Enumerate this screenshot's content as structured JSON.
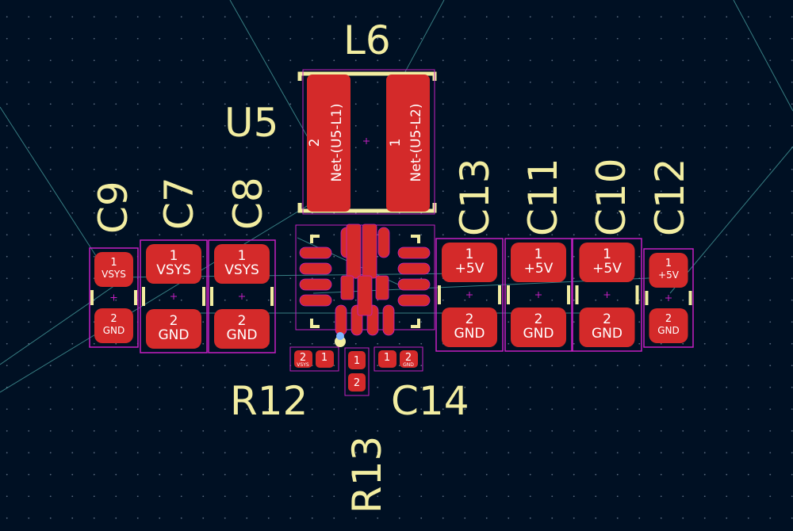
{
  "colors": {
    "background": "#001023",
    "copper_pad": "#d42a2a",
    "silkscreen": "#f2eda1",
    "courtyard": "#c41fc1",
    "ratsnest": "#4aa3a3",
    "grid_dot": "#5a6a80"
  },
  "refs": {
    "L6": "L6",
    "U5": "U5",
    "C9": "C9",
    "C7": "C7",
    "C8": "C8",
    "C13": "C13",
    "C11": "C11",
    "C10": "C10",
    "C12": "C12",
    "R12": "R12",
    "C14": "C14",
    "R13": "R13"
  },
  "inductor_pads": [
    {
      "num": "2",
      "net": "Net-(U5-L1)"
    },
    {
      "num": "1",
      "net": "Net-(U5-L2)"
    }
  ],
  "caps": {
    "C9": {
      "pad1_num": "1",
      "pad1_net": "VSYS",
      "pad2_num": "2",
      "pad2_net": "GND"
    },
    "C7": {
      "pad1_num": "1",
      "pad1_net": "VSYS",
      "pad2_num": "2",
      "pad2_net": "GND"
    },
    "C8": {
      "pad1_num": "1",
      "pad1_net": "VSYS",
      "pad2_num": "2",
      "pad2_net": "GND"
    },
    "C13": {
      "pad1_num": "1",
      "pad1_net": "+5V",
      "pad2_num": "2",
      "pad2_net": "GND"
    },
    "C11": {
      "pad1_num": "1",
      "pad1_net": "+5V",
      "pad2_num": "2",
      "pad2_net": "GND"
    },
    "C10": {
      "pad1_num": "1",
      "pad1_net": "+5V",
      "pad2_num": "2",
      "pad2_net": "GND"
    },
    "C12": {
      "pad1_num": "1",
      "pad1_net": "+5V",
      "pad2_num": "2",
      "pad2_net": "GND"
    }
  },
  "small_parts": {
    "R12": {
      "pad1_num": "2",
      "pad1_net": "VSYS",
      "pad2_num": "1",
      "pad2_net": ""
    },
    "C14": {
      "pad1_num": "1",
      "pad1_net": "",
      "pad2_num": "2",
      "pad2_net": "GND"
    },
    "R13": {
      "pad1_num": "1",
      "pad1_net": "",
      "pad2_num": "2",
      "pad2_net": ""
    }
  }
}
